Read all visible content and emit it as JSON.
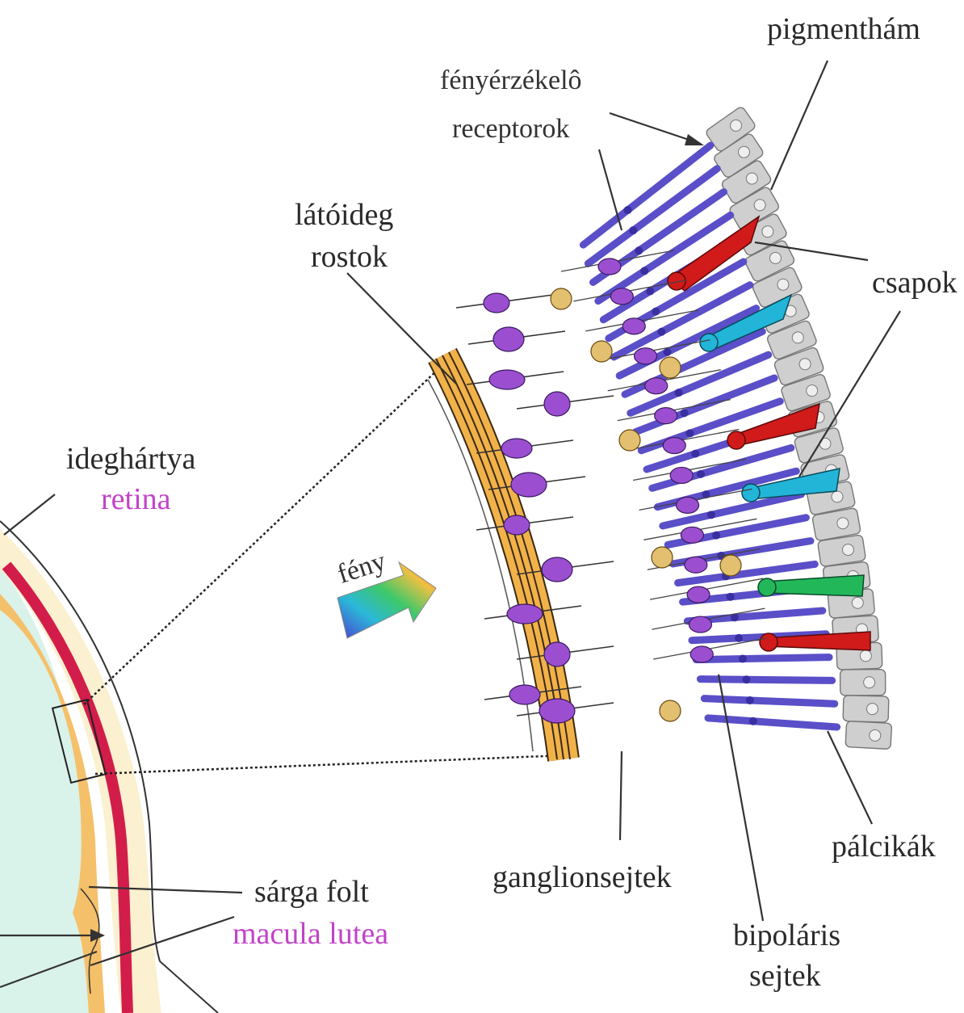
{
  "labels": {
    "pigmenthám": "pigmenthám",
    "fényérzékelő_1": "fényérzékelô",
    "fényérzékelő_2": "receptorok",
    "látóideg_1": "látóideg",
    "látóideg_2": "rostok",
    "csapok": "csapok",
    "ideghártya": "ideghártya",
    "retina": "retina",
    "fény": "fény",
    "ganglionsejtek": "ganglionsejtek",
    "pálcikák": "pálcikák",
    "sárga_folt": "sárga folt",
    "macula_lutea": "macula lutea",
    "bipoláris_1": "bipoláris",
    "bipoláris_2": "sejtek"
  },
  "colors": {
    "rod": "#5a4fc8",
    "cone_red": "#d11a1a",
    "cone_cyan": "#22b5d8",
    "cone_green": "#22b85a",
    "ganglion": "#9b4fd0",
    "bipolar": "#9b4fd0",
    "amacrine": "#e2c070",
    "pigment": "#cfcfcf",
    "nerve_fiber": "#f2b24a",
    "eye_red": "#d21d4b",
    "eye_yellow": "#f5c06a",
    "eye_cream": "#fbf0cf",
    "vitreous": "#d9f2ea",
    "label_pink": "#c243c9"
  },
  "icons": {
    "light_arrow": "rainbow-arrow-icon"
  }
}
